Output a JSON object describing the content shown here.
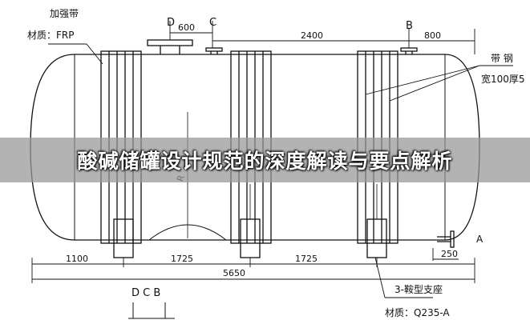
{
  "banner": {
    "title": "酸碱储罐设计规范的深度解读与要点解析"
  },
  "callouts": {
    "top_left_line1": "加强带",
    "top_left_line2": "材质：FRP",
    "right_line1": "带  钢",
    "right_line2": "宽100厚5",
    "bottom_right_line1": "3-鞍型支座",
    "bottom_right_line2": "材质：Q235-A"
  },
  "nozzle_labels": {
    "top_d": "D",
    "top_c": "C",
    "top_b": "B",
    "side_a": "A",
    "bottom_labels": "D C B",
    "radius": "R"
  },
  "dimensions": {
    "top_600": "600",
    "top_2400": "2400",
    "top_800": "800",
    "bottom_1100": "1100",
    "bottom_1725_left": "1725",
    "bottom_1725_right": "1725",
    "overall_5650": "5650",
    "nozzle_250": "250"
  }
}
